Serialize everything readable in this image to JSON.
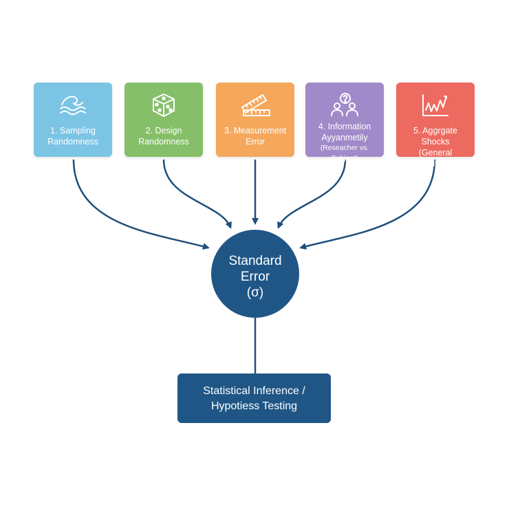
{
  "sources": [
    {
      "lines": [
        "1. Sampling",
        "Randomness"
      ],
      "icon": "waves-icon",
      "color": "#7cc4e4"
    },
    {
      "lines": [
        "2. Design",
        "Randomness"
      ],
      "icon": "dice-icon",
      "color": "#86bf69"
    },
    {
      "lines": [
        "3. Measurement",
        "Error"
      ],
      "icon": "ruler-icon",
      "color": "#f5a85c"
    },
    {
      "lines": [
        "4. Information",
        "Ayyanmetily",
        "(Reseacher vs. Subject)"
      ],
      "icon": "people-question-icon",
      "color": "#a18ac9"
    },
    {
      "lines": [
        "5. Aggrgate Shocks",
        "(General Equilltrium)"
      ],
      "icon": "chart-shock-icon",
      "color": "#ec6a5f"
    }
  ],
  "hub": {
    "lines": [
      "Standard",
      "Error",
      "(σ)"
    ],
    "color": "#1f5686"
  },
  "outcome": {
    "lines": [
      "Statistical Inference /",
      "Hypotiess Testing"
    ],
    "color": "#1f5686"
  },
  "connector_color": "#1f4e79"
}
